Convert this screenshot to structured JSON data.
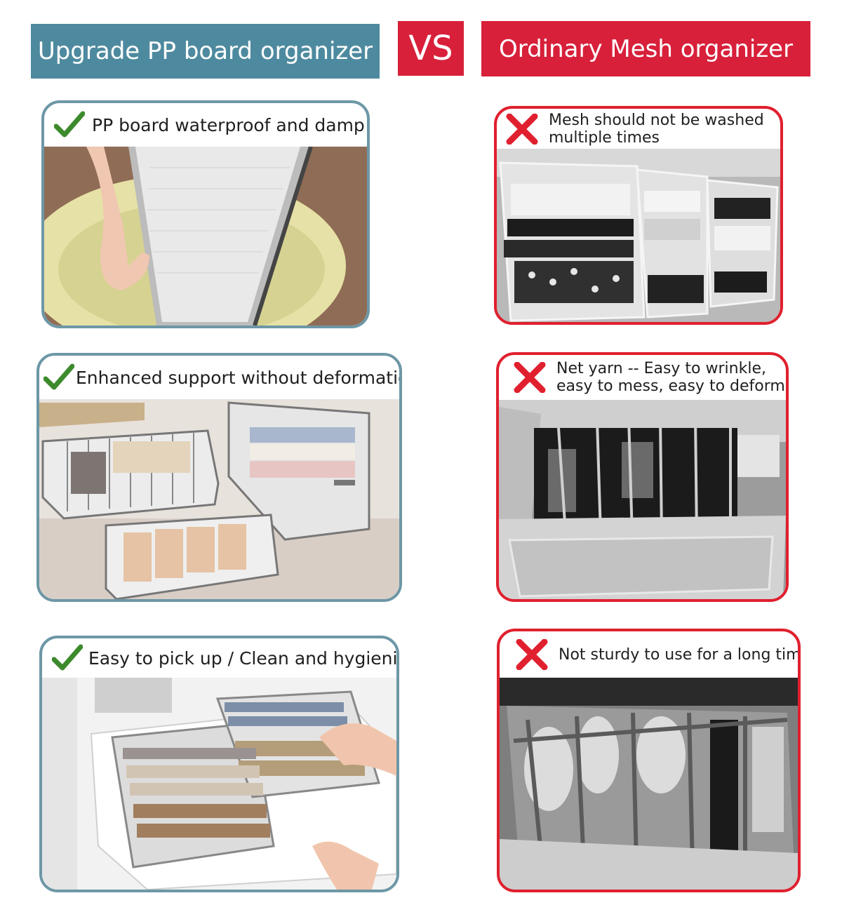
{
  "header": {
    "left_title": "Upgrade PP board organizer",
    "vs_label": "VS",
    "right_title": "Ordinary Mesh organizer"
  },
  "colors": {
    "teal": "#4e8a9f",
    "red": "#d8203a",
    "check_green": "#3c8a2c"
  },
  "good_cards": [
    {
      "label": "PP board waterproof and damp",
      "icon": "check-icon"
    },
    {
      "label": "Enhanced support without deformation",
      "icon": "check-icon"
    },
    {
      "label": "Easy to pick up / Clean and hygienic",
      "icon": "check-icon"
    }
  ],
  "bad_cards": [
    {
      "line1": "Mesh should not be washed",
      "line2": "multiple times",
      "icon": "x-icon"
    },
    {
      "line1": "Net yarn -- Easy to wrinkle,",
      "line2": "easy to mess, easy to deform",
      "icon": "x-icon"
    },
    {
      "line1": "Not sturdy to use for a long time",
      "line2": "",
      "icon": "x-icon"
    }
  ]
}
